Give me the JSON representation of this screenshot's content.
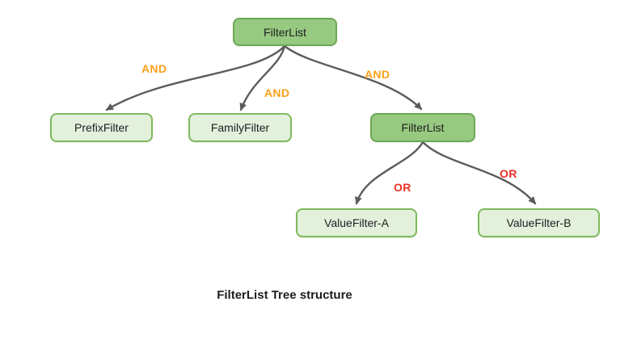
{
  "diagram": {
    "caption": "FilterList Tree structure",
    "colors": {
      "bg": "#ffffff",
      "node-dark-fill": "#97c981",
      "node-dark-border": "#6da854",
      "node-light-fill": "#e3f0dc",
      "node-light-border": "#7eba5c",
      "arrow": "#5c5c5c",
      "and-color": "#f9a11b",
      "or-color": "#ee3124",
      "text": "#1e1e1e"
    },
    "nodes": [
      {
        "id": "filterlist-root",
        "label": "FilterList",
        "style": "dark"
      },
      {
        "id": "prefixfilter",
        "label": "PrefixFilter",
        "style": "light"
      },
      {
        "id": "familyfilter",
        "label": "FamilyFilter",
        "style": "light"
      },
      {
        "id": "filterlist-inner",
        "label": "FilterList",
        "style": "dark"
      },
      {
        "id": "valuefilter-a",
        "label": "ValueFilter-A",
        "style": "light"
      },
      {
        "id": "valuefilter-b",
        "label": "ValueFilter-B",
        "style": "light"
      }
    ],
    "edges": [
      {
        "from": "filterlist-root",
        "to": "prefixfilter",
        "label": "AND"
      },
      {
        "from": "filterlist-root",
        "to": "familyfilter",
        "label": "AND"
      },
      {
        "from": "filterlist-root",
        "to": "filterlist-inner",
        "label": "AND"
      },
      {
        "from": "filterlist-inner",
        "to": "valuefilter-a",
        "label": "OR"
      },
      {
        "from": "filterlist-inner",
        "to": "valuefilter-b",
        "label": "OR"
      }
    ]
  }
}
